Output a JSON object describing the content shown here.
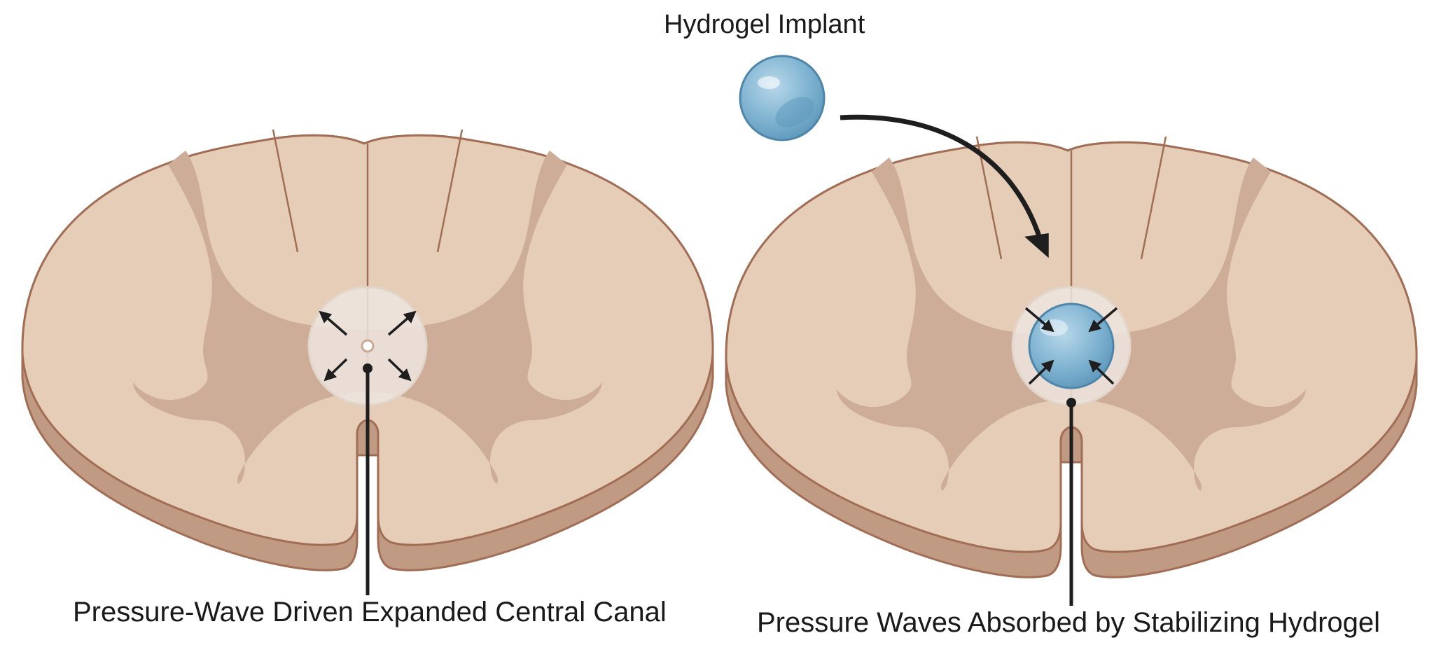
{
  "diagram": {
    "hydrogel_label": "Hydrogel Implant",
    "left_caption": "Pressure-Wave Driven Expanded Central Canal",
    "right_caption": "Pressure Waves Absorbed by Stabilizing Hydrogel"
  },
  "colors": {
    "white_matter": "#e5cdb7",
    "grey_matter": "#cdad98",
    "tissue_outline": "#a26d55",
    "tissue_side": "#c09a82",
    "canal_halo": "#ede5df",
    "hydrogel_blue": "#7fb3d1",
    "hydrogel_outline": "#4d86aa",
    "arrow": "#1e1e1e"
  }
}
